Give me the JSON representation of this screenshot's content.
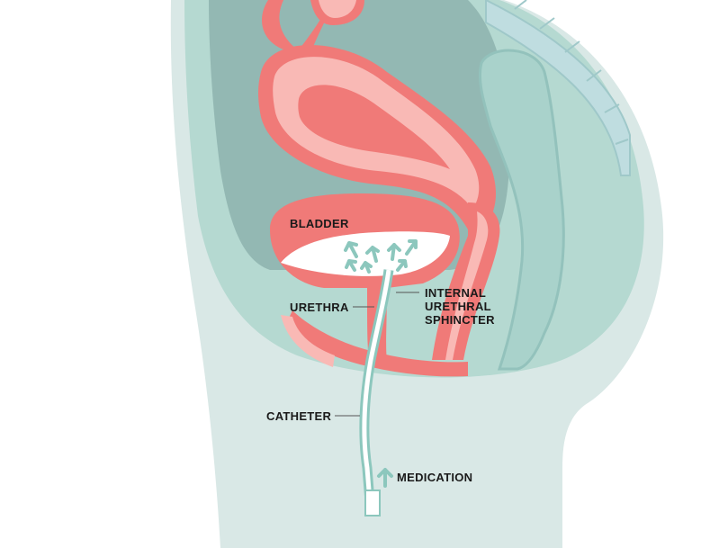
{
  "labels": {
    "bladder": "BLADDER",
    "urethra": "URETHRA",
    "internal_line1": "INTERNAL",
    "internal_line2": "URETHRAL",
    "internal_line3": "SPHINCTER",
    "catheter": "CATHETER",
    "medication": "MEDICATION"
  },
  "colors": {
    "background": "#ffffff",
    "body_outer": "#d9e8e6",
    "body_mid": "#b5d9d1",
    "cavity_dark": "#93b8b3",
    "spine": "#bfdde0",
    "organ_dark": "#f07a78",
    "organ_light": "#f9b9b5",
    "arrow": "#8cc7bd",
    "catheter_fill": "#ffffff",
    "catheter_stroke": "#8cc7bd"
  }
}
